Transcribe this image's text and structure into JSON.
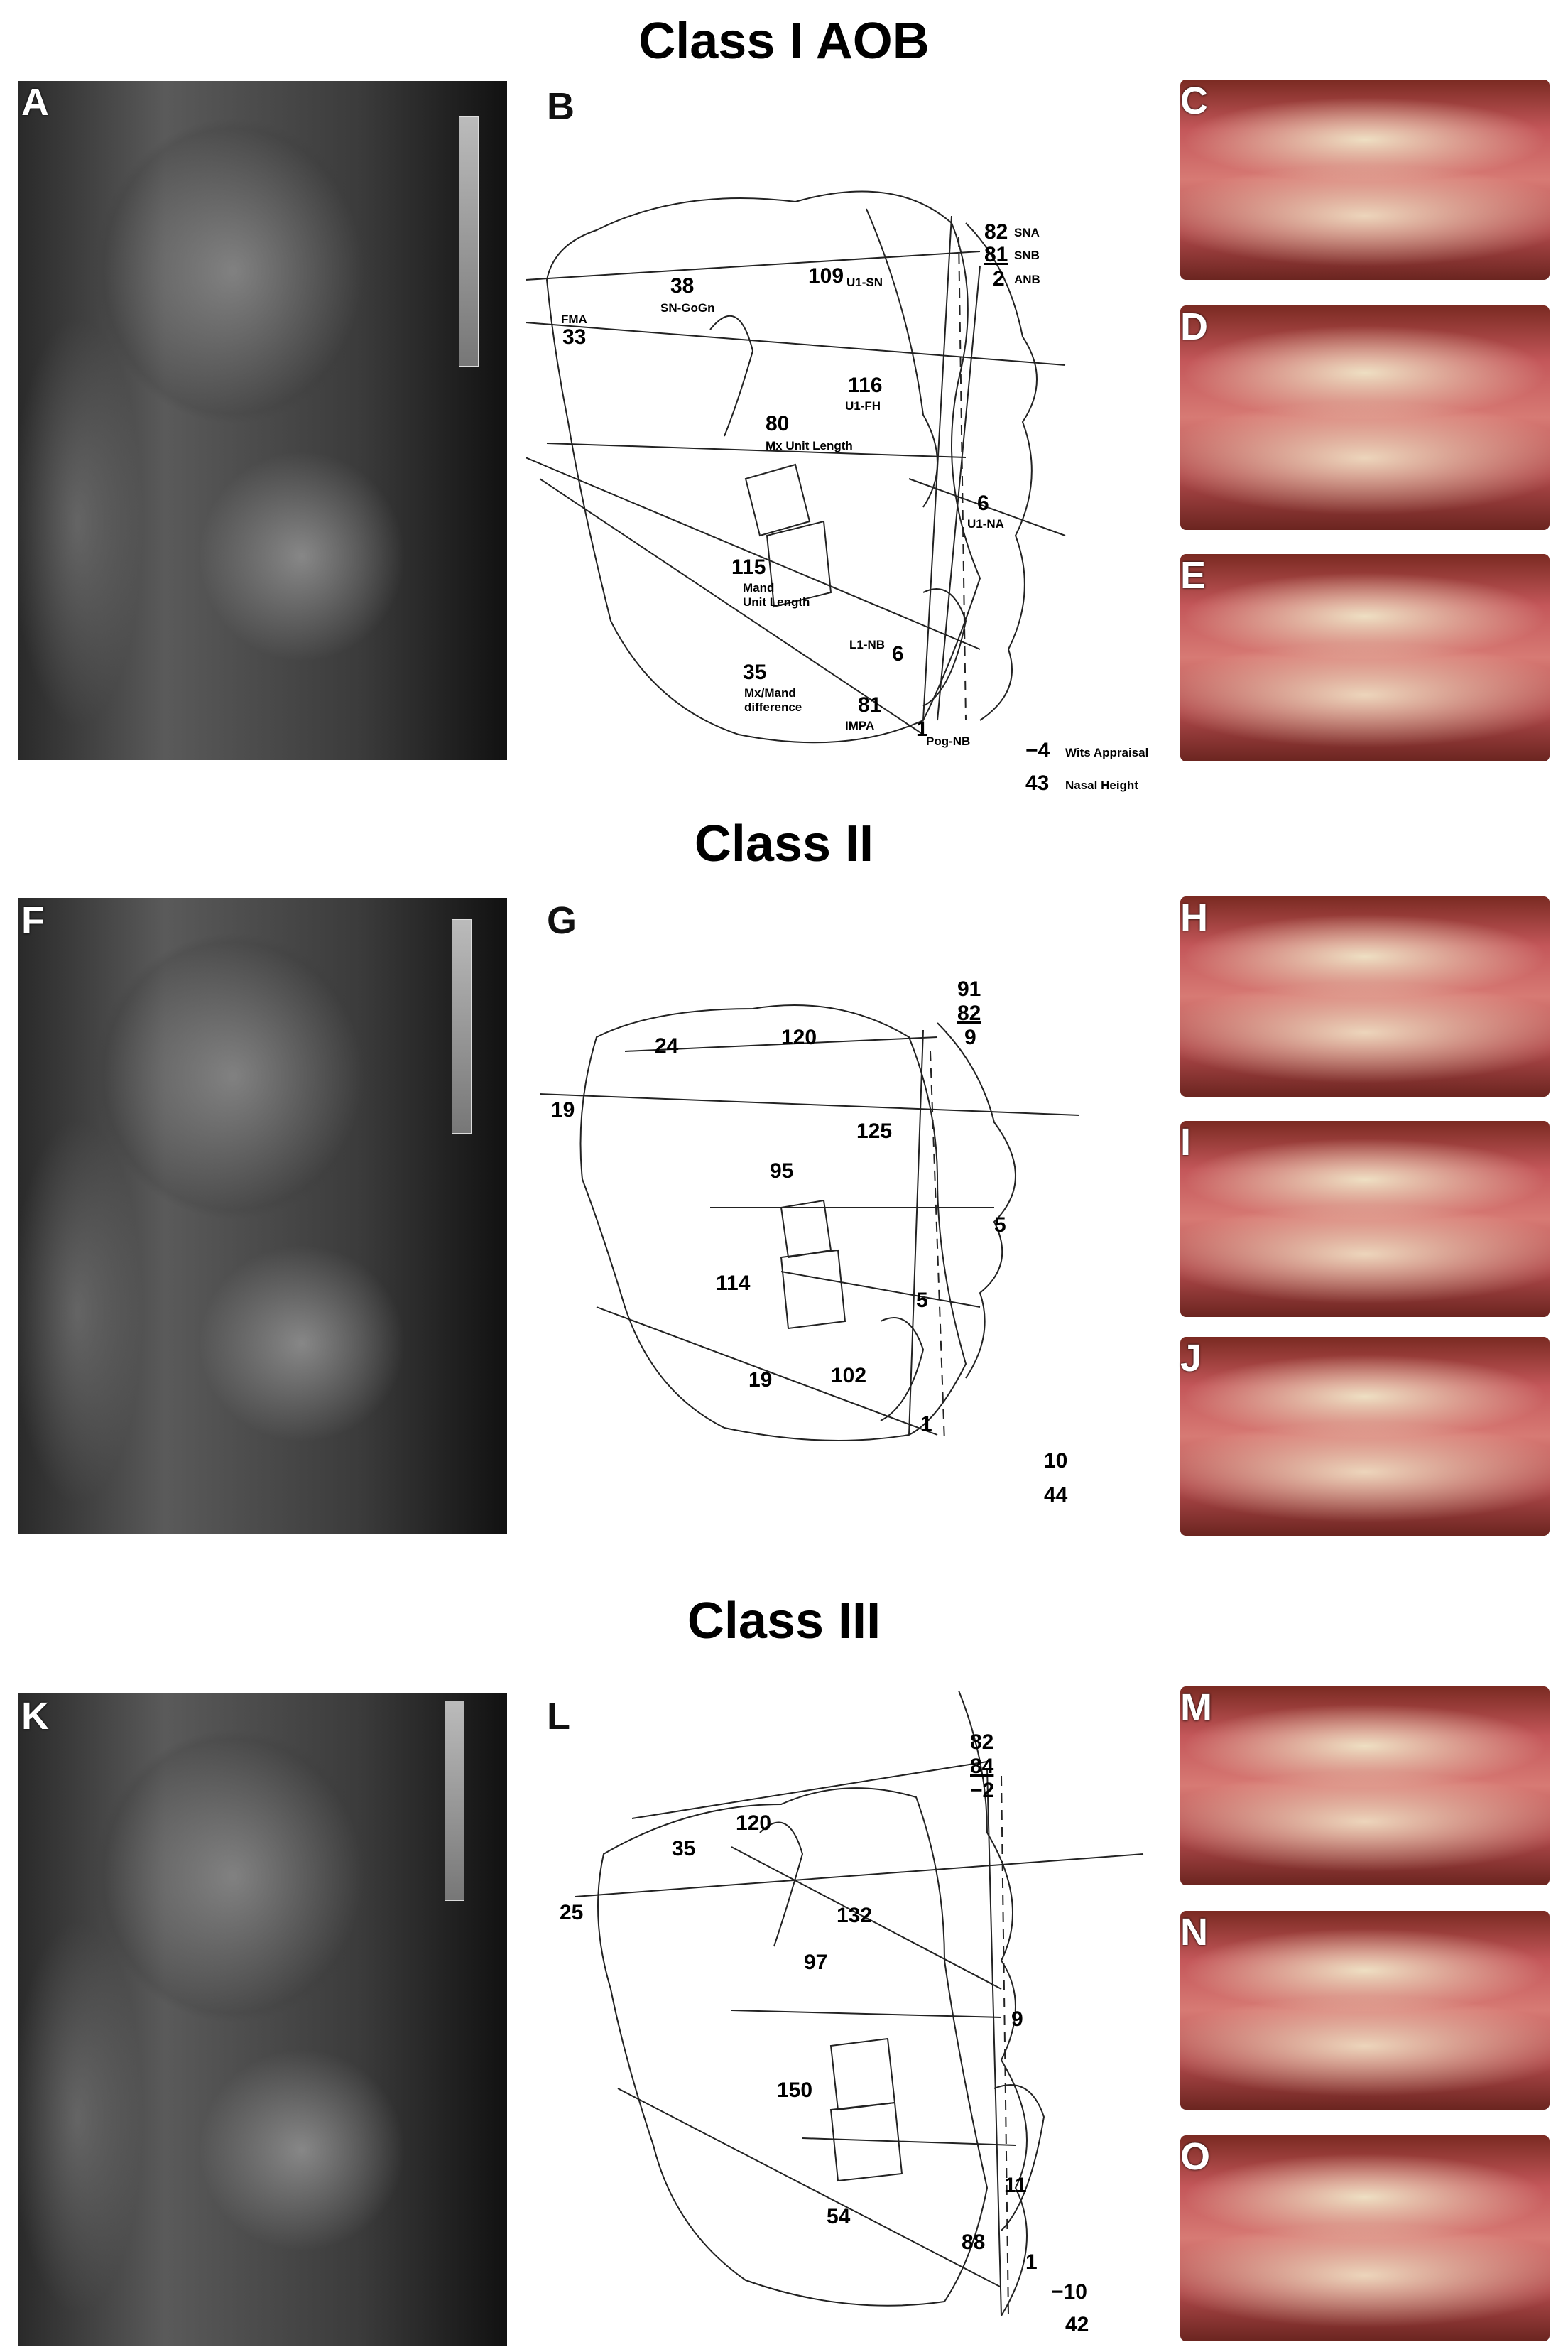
{
  "sections": {
    "class1": "Class I AOB",
    "class2": "Class II",
    "class3": "Class III"
  },
  "panels": {
    "A": "A",
    "B": "B",
    "C": "C",
    "D": "D",
    "E": "E",
    "F": "F",
    "G": "G",
    "H": "H",
    "I": "I",
    "J": "J",
    "K": "K",
    "L": "L",
    "M": "M",
    "N": "N",
    "O": "O"
  },
  "tracing_B": {
    "sna_val": "82",
    "sna_lbl": "SNA",
    "snb_val": "81",
    "snb_lbl": "SNB",
    "anb_val": "2",
    "anb_lbl": "ANB",
    "sngogn_val": "38",
    "sngogn_lbl": "SN-GoGn",
    "u1sn_val": "109",
    "u1sn_lbl": "U1-SN",
    "fma_lbl": "FMA",
    "fma_val": "33",
    "u1fh_val": "116",
    "u1fh_lbl": "U1-FH",
    "mx_val": "80",
    "mx_lbl": "Mx Unit Length",
    "u1na_val": "6",
    "u1na_lbl": "U1-NA",
    "mand_val": "115",
    "mand_lbl1": "Mand",
    "mand_lbl2": "Unit Length",
    "l1nb_lbl": "L1-NB",
    "l1nb_val": "6",
    "diff_val": "35",
    "diff_lbl1": "Mx/Mand",
    "diff_lbl2": "difference",
    "impa_val": "81",
    "impa_lbl": "IMPA",
    "pog_val": "1",
    "pog_lbl": "Pog-NB",
    "wits_val": "−4",
    "wits_lbl": "Wits Appraisal",
    "nasal_val": "43",
    "nasal_lbl": "Nasal Height"
  },
  "tracing_G": {
    "sna": "91",
    "snb": "82",
    "anb": "9",
    "sngogn": "24",
    "u1sn": "120",
    "fma": "19",
    "u1fh": "125",
    "mx": "95",
    "u1na": "5",
    "mand": "114",
    "l1nb": "5",
    "diff": "19",
    "impa": "102",
    "pog": "1",
    "wits": "10",
    "nasal": "44"
  },
  "tracing_L": {
    "sna": "82",
    "snb": "84",
    "anb": "−2",
    "sngogn": "35",
    "u1sn": "120",
    "fma": "25",
    "u1fh": "132",
    "mx": "97",
    "u1na": "9",
    "mand": "150",
    "l1nb": "11",
    "diff": "54",
    "impa": "88",
    "pog": "1",
    "wits": "−10",
    "nasal": "42"
  }
}
